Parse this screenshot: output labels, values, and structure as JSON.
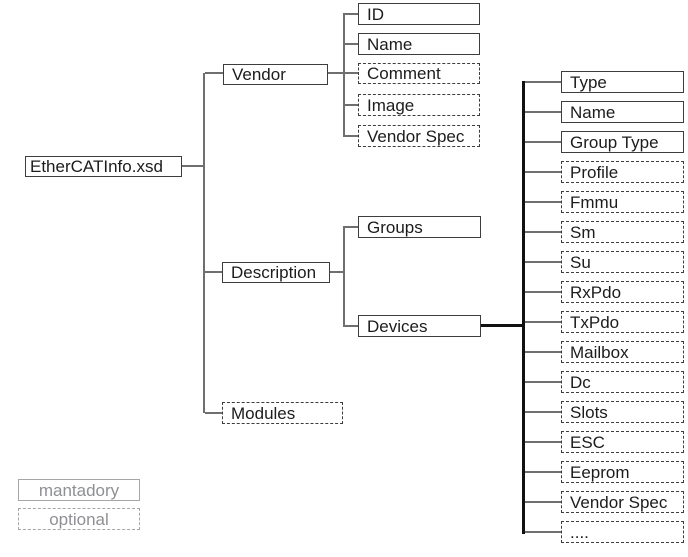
{
  "diagram": {
    "title": "EtherCATInfo.xsd schema tree",
    "nodes": [
      {
        "id": "root",
        "label": "EtherCATInfo.xsd",
        "style": "mandatory"
      },
      {
        "id": "vendor",
        "label": "Vendor",
        "style": "mandatory"
      },
      {
        "id": "id",
        "label": "ID",
        "style": "mandatory"
      },
      {
        "id": "name1",
        "label": "Name",
        "style": "mandatory"
      },
      {
        "id": "comment",
        "label": "Comment",
        "style": "optional"
      },
      {
        "id": "image",
        "label": "Image",
        "style": "optional"
      },
      {
        "id": "vendorspec1",
        "label": "Vendor Spec",
        "style": "optional"
      },
      {
        "id": "description",
        "label": "Description",
        "style": "mandatory"
      },
      {
        "id": "groups",
        "label": "Groups",
        "style": "mandatory"
      },
      {
        "id": "devices",
        "label": "Devices",
        "style": "mandatory"
      },
      {
        "id": "modules",
        "label": "Modules",
        "style": "optional"
      },
      {
        "id": "type",
        "label": "Type",
        "style": "mandatory"
      },
      {
        "id": "name2",
        "label": "Name",
        "style": "mandatory"
      },
      {
        "id": "grouptype",
        "label": "Group Type",
        "style": "mandatory"
      },
      {
        "id": "profile",
        "label": "Profile",
        "style": "optional"
      },
      {
        "id": "fmmu",
        "label": "Fmmu",
        "style": "optional"
      },
      {
        "id": "sm",
        "label": "Sm",
        "style": "optional"
      },
      {
        "id": "su",
        "label": "Su",
        "style": "optional"
      },
      {
        "id": "rxpdo",
        "label": "RxPdo",
        "style": "optional"
      },
      {
        "id": "txpdo",
        "label": "TxPdo",
        "style": "optional"
      },
      {
        "id": "mailbox",
        "label": "Mailbox",
        "style": "optional"
      },
      {
        "id": "dc",
        "label": "Dc",
        "style": "optional"
      },
      {
        "id": "slots",
        "label": "Slots",
        "style": "optional"
      },
      {
        "id": "esc",
        "label": "ESC",
        "style": "optional"
      },
      {
        "id": "eeprom",
        "label": "Eeprom",
        "style": "optional"
      },
      {
        "id": "vendorspec2",
        "label": "Vendor Spec",
        "style": "optional"
      },
      {
        "id": "dots",
        "label": "....",
        "style": "optional"
      }
    ],
    "legend": {
      "items": [
        {
          "label": "mantadory",
          "style": "mandatory"
        },
        {
          "label": "optional",
          "style": "optional"
        }
      ]
    },
    "colors": {
      "background": "#ffffff",
      "text": "#1c1c1c",
      "box_border": "#3d3d3d",
      "line": "#6f6f6f",
      "thick_line": "#111111",
      "legend_border": "#a6a6a6",
      "legend_text": "#8e9094"
    }
  }
}
